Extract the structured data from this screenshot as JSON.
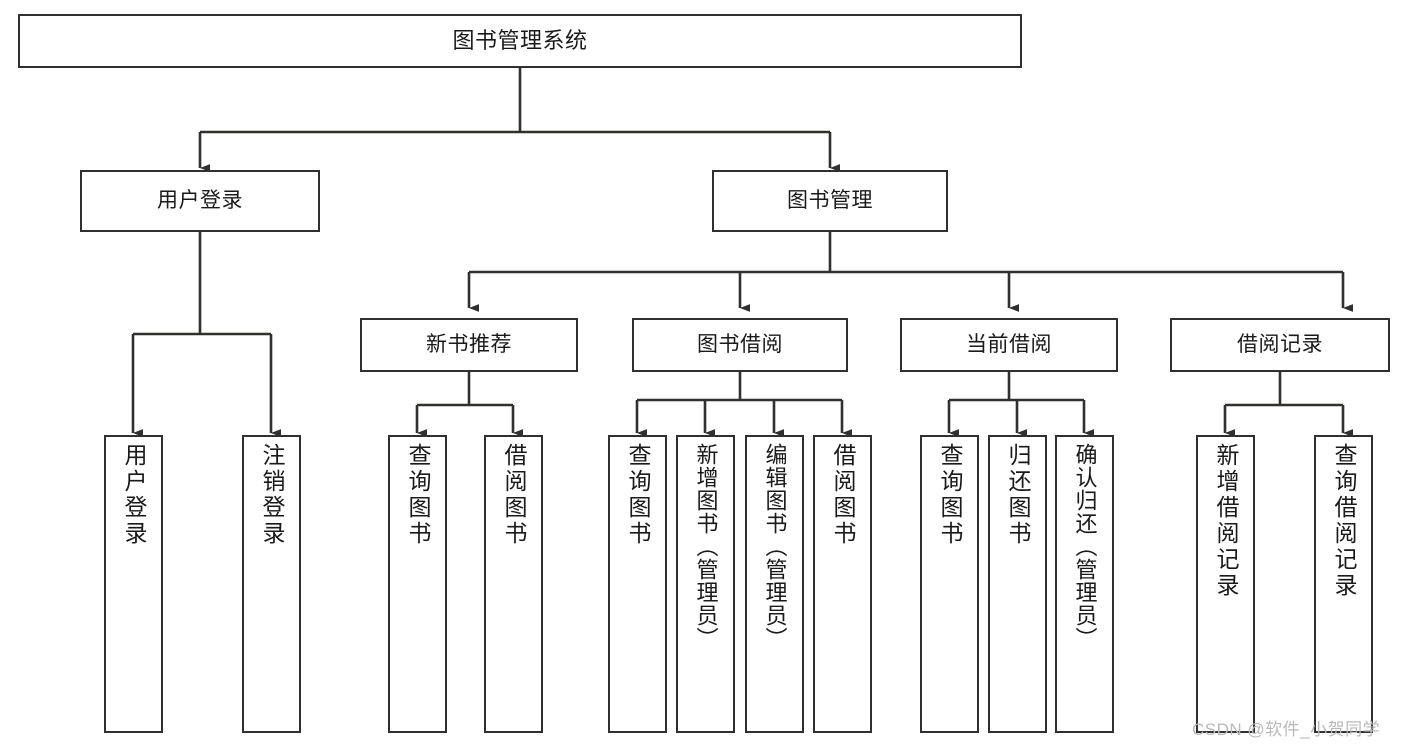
{
  "diagram": {
    "title": "图书管理系统",
    "type": "hierarchy-tree",
    "root": {
      "label": "图书管理系统"
    },
    "tier2": [
      {
        "label": "用户登录"
      },
      {
        "label": "图书管理"
      }
    ],
    "tier3": [
      {
        "label": "新书推荐"
      },
      {
        "label": "图书借阅"
      },
      {
        "label": "当前借阅"
      },
      {
        "label": "借阅记录"
      }
    ],
    "leaves": {
      "user_login": [
        {
          "label": "用户登录"
        },
        {
          "label": "注销登录"
        }
      ],
      "new_book_recommend": [
        {
          "label": "查询图书"
        },
        {
          "label": "借阅图书"
        }
      ],
      "book_borrow": [
        {
          "label": "查询图书"
        },
        {
          "label": "新增图书（管理员）"
        },
        {
          "label": "编辑图书（管理员）"
        },
        {
          "label": "借阅图书"
        }
      ],
      "current_borrow": [
        {
          "label": "查询图书"
        },
        {
          "label": "归还图书"
        },
        {
          "label": "确认归还（管理员）"
        }
      ],
      "borrow_record": [
        {
          "label": "新增借阅记录"
        },
        {
          "label": "查询借阅记录"
        }
      ]
    }
  },
  "watermark": {
    "text": "CSDN @软件_小贺同学"
  },
  "colors": {
    "stroke": "#30302f",
    "fill": "#ffffff",
    "text": "#1a1a1a",
    "watermark": "#b9b9b9"
  }
}
